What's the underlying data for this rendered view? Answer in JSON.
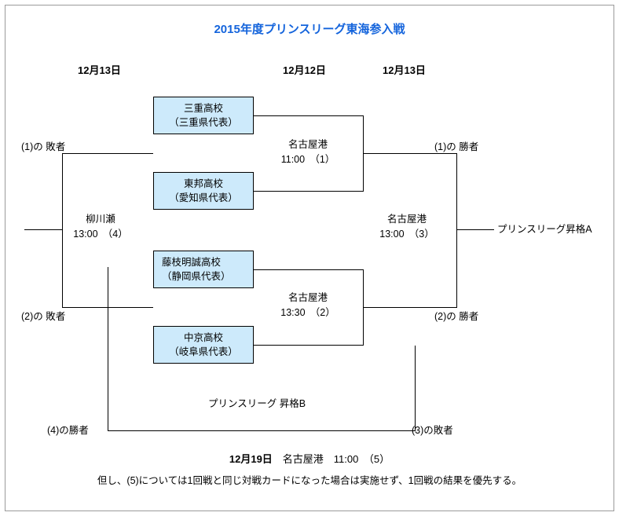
{
  "title": "2015年度プリンスリーグ東海参入戦",
  "date_headers": {
    "left": "12月13日",
    "middle": "12月12日",
    "right": "12月13日"
  },
  "teams": [
    {
      "name": "三重高校",
      "region": "（三重県代表）"
    },
    {
      "name": "東邦高校",
      "region": "（愛知県代表）"
    },
    {
      "name": "藤枝明誠高校",
      "region": "（静岡県代表）"
    },
    {
      "name": "中京高校",
      "region": "（岐阜県代表）"
    }
  ],
  "matches": [
    {
      "id": "1",
      "venue": "名古屋港",
      "time": "11:00　（1）"
    },
    {
      "id": "2",
      "venue": "名古屋港",
      "time": "13:30　（2）"
    },
    {
      "id": "3",
      "venue": "名古屋港",
      "time": "13:00　（3）"
    },
    {
      "id": "4",
      "venue": "柳川瀬",
      "time": "13:00　（4）"
    }
  ],
  "labels": {
    "loser_1": "(1)の 敗者",
    "loser_2": "(2)の 敗者",
    "winner_1": "(1)の 勝者",
    "winner_2": "(2)の 勝者",
    "winner_4": "(4)の勝者",
    "loser_3": "(3)の敗者",
    "promotion_a": "プリンスリーグ昇格A",
    "promotion_b": "プリンスリーグ 昇格B"
  },
  "footer": {
    "date": "12月19日",
    "detail": "　名古屋港　11:00　（5）",
    "note": "但し、(5)については1回戦と同じ対戦カードになった場合は実施せず、1回戦の結果を優先する。"
  },
  "colors": {
    "title": "#1464dc",
    "box_fill": "#cdeafb",
    "line": "#000000",
    "frame": "#9a9a9a"
  }
}
